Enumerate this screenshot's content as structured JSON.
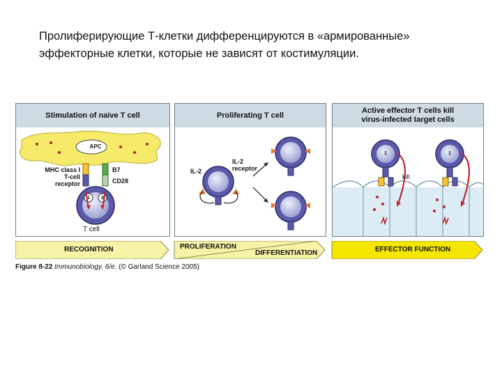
{
  "slide": {
    "title_line1": "Пролиферирующие Т-клетки дифференцируются в «армированные»",
    "title_line2": "эффекторные клетки, которые не зависят от костимуляции."
  },
  "panels": {
    "stimulation": {
      "header": "Stimulation of naive T cell",
      "apc": "APC",
      "mhc_line1": "MHC class I",
      "mhc_line2": "T-cell",
      "mhc_line3": "receptor",
      "b7": "B7",
      "cd28": "CD28",
      "marker1": "1",
      "marker2": "2",
      "tcell": "T  cell"
    },
    "proliferating": {
      "header": "Proliferating T cell",
      "il2": "IL-2",
      "il2_receptor_line1": "IL-2",
      "il2_receptor_line2": "receptor"
    },
    "effector": {
      "header_line1": "Active effector T cells kill",
      "header_line2": "virus-infected target cells",
      "kill": "kill",
      "marker": "1"
    }
  },
  "bands": {
    "recognition": "RECOGNITION",
    "proliferation": "PROLIFERATION",
    "differentiation": "DIFFERENTIATION",
    "effector_function": "EFFECTOR FUNCTION"
  },
  "caption": {
    "figure": "Figure 8-22",
    "book": "Immunobiology, 6/e.",
    "rest": "(© Garland Science 2005)"
  },
  "colors": {
    "panel_header": "#cfdbe3",
    "apc_yellow": "#f5ea6a",
    "cell_purple": "#5b5aa8",
    "nucleus": "#c8cde8",
    "arrow_red": "#c0262d",
    "band_yellow": "#f6f2a6",
    "effector_band": "#f5e600",
    "target_cells": "#dcecf5"
  }
}
